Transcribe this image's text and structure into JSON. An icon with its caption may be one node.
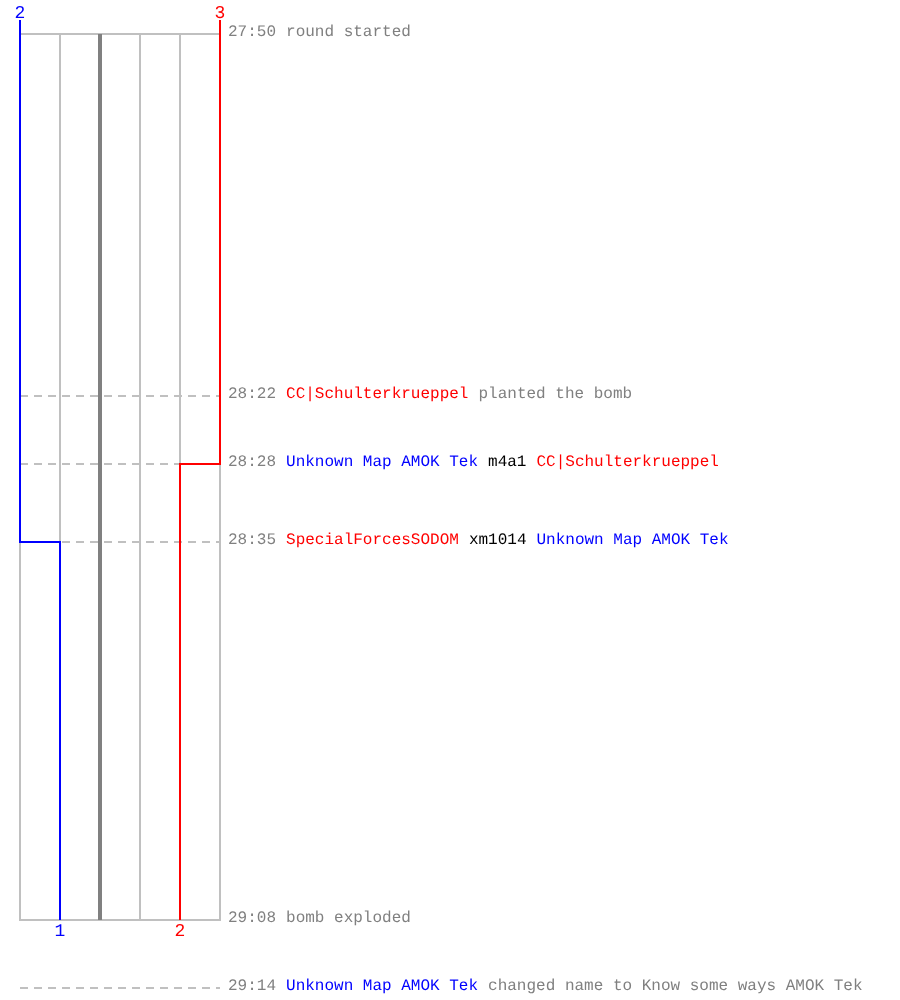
{
  "diagram": {
    "labels": [
      "2",
      "3",
      "27:50",
      "round started",
      "28:22",
      "CC|Schulterkrueppel",
      "planted the bomb",
      "28:28",
      "Unknown Map AMOK Tek",
      "m4a1",
      "CC|Schulterkrueppel",
      "28:35",
      "SpecialForcesSODOM",
      "xm1014",
      "Unknown Map AMOK Tek",
      "29:08",
      "bomb exploded",
      "1",
      "2",
      "29:14",
      "Unknown Map AMOK Tek",
      "changed name to Know some ways AMOK Tek"
    ]
  }
}
